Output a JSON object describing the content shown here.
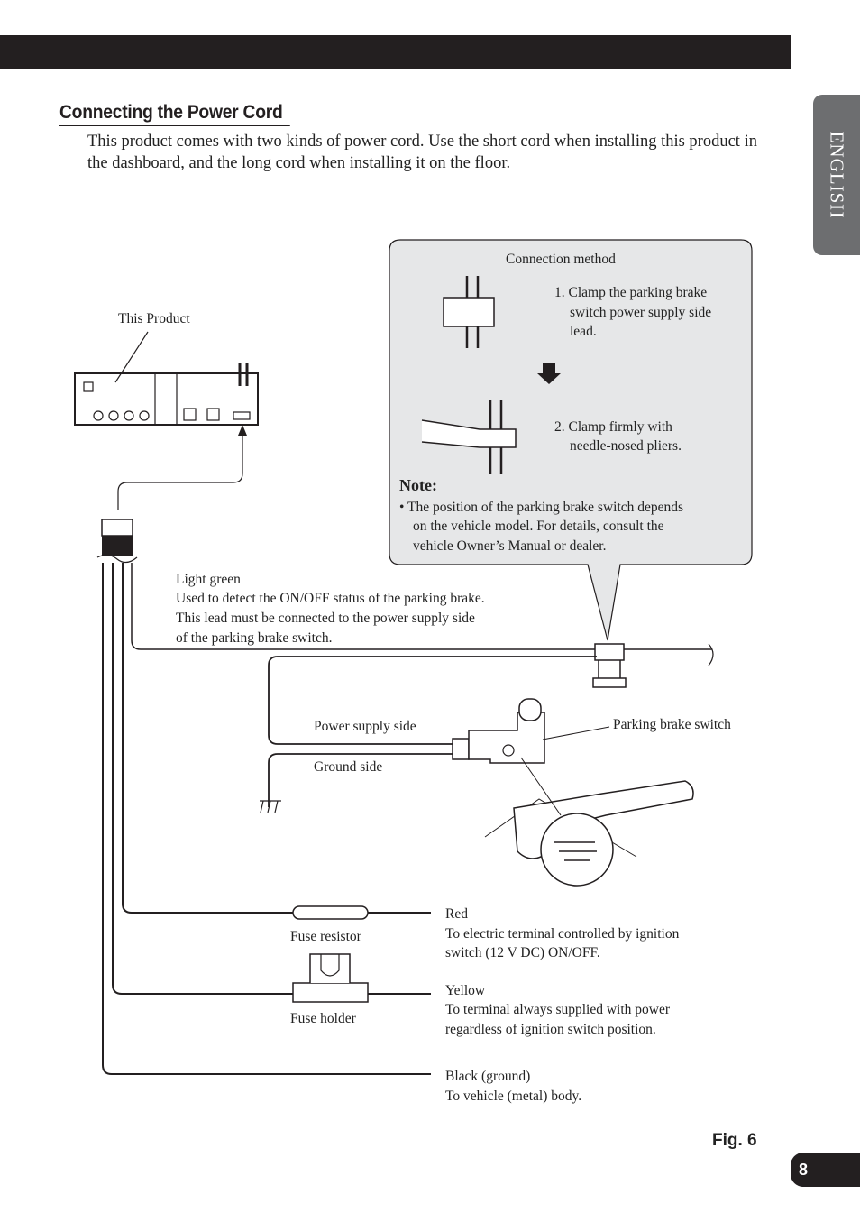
{
  "header": {
    "section_tab": "ENGLISH",
    "page_number": "8"
  },
  "section": {
    "title": "Connecting the Power Cord",
    "intro": "This product comes with two kinds of power cord. Use the short cord when installing this product in the dashboard, and the long cord when installing it on the floor."
  },
  "diagram": {
    "this_product": "This Product",
    "callout": {
      "title": "Connection method",
      "step1": [
        "1. Clamp the parking brake",
        "switch power supply side",
        "lead."
      ],
      "step2": [
        "2. Clamp firmly with",
        "needle-nosed pliers."
      ],
      "note_title": "Note:",
      "note": [
        "• The position of the parking brake switch depends",
        "on the vehicle model. For details, consult the",
        "vehicle Owner’s Manual or dealer."
      ]
    },
    "light_green": [
      "Light green",
      "Used to detect the ON/OFF status of the parking brake.",
      "This lead must be connected to the power supply side",
      "of the parking brake switch."
    ],
    "power_supply_side": "Power supply side",
    "ground_side": "Ground side",
    "parking_brake_switch": "Parking brake switch",
    "fuse_resistor": "Fuse resistor",
    "fuse_holder": "Fuse holder",
    "red": [
      "Red",
      "To electric terminal controlled by ignition",
      "switch (12 V DC) ON/OFF."
    ],
    "yellow": [
      "Yellow",
      "To terminal always supplied with power",
      "regardless of ignition switch position."
    ],
    "black": [
      "Black (ground)",
      "To vehicle (metal) body."
    ],
    "figure_label": "Fig. 6"
  }
}
